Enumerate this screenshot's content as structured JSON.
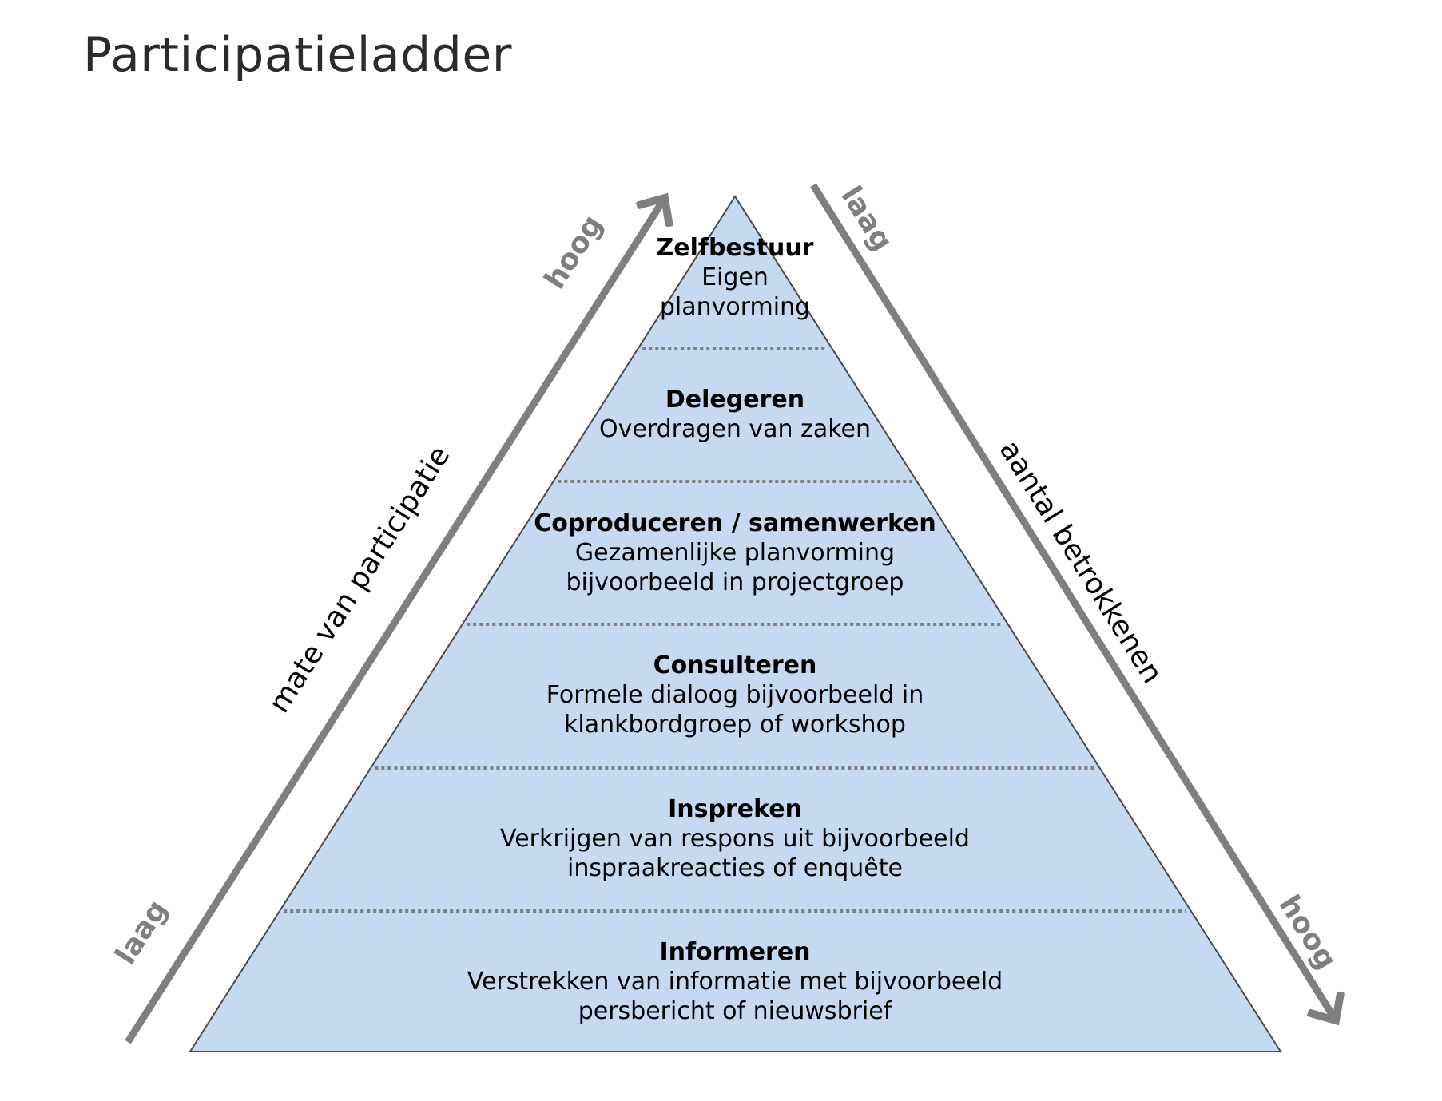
{
  "title": "Participatieladder",
  "levels": [
    {
      "title": "Zelfbestuur",
      "lines": [
        "Eigen",
        "planvorming"
      ]
    },
    {
      "title": "Delegeren",
      "lines": [
        "Overdragen van zaken"
      ]
    },
    {
      "title": "Coproduceren / samenwerken",
      "lines": [
        "Gezamenlijke planvorming",
        "bijvoorbeeld in projectgroep"
      ]
    },
    {
      "title": "Consulteren",
      "lines": [
        "Formele dialoog bijvoorbeeld in",
        "klankbordgroep of workshop"
      ]
    },
    {
      "title": "Inspreken",
      "lines": [
        "Verkrijgen van respons uit bijvoorbeeld",
        "inspraakreacties of enquête"
      ]
    },
    {
      "title": "Informeren",
      "lines": [
        "Verstrekken van informatie met bijvoorbeeld",
        "persbericht of nieuwsbrief"
      ]
    }
  ],
  "left_axis": {
    "label": "mate van participatie",
    "low": "laag",
    "high": "hoog"
  },
  "right_axis": {
    "label": "aantal betrokkenen",
    "low": "laag",
    "high": "hoog"
  },
  "colors": {
    "pyramid_fill": "#c5d9f1",
    "arrow": "#7f7f7f",
    "divider": "#7f7f7f",
    "outline": "#4a4a4a"
  }
}
